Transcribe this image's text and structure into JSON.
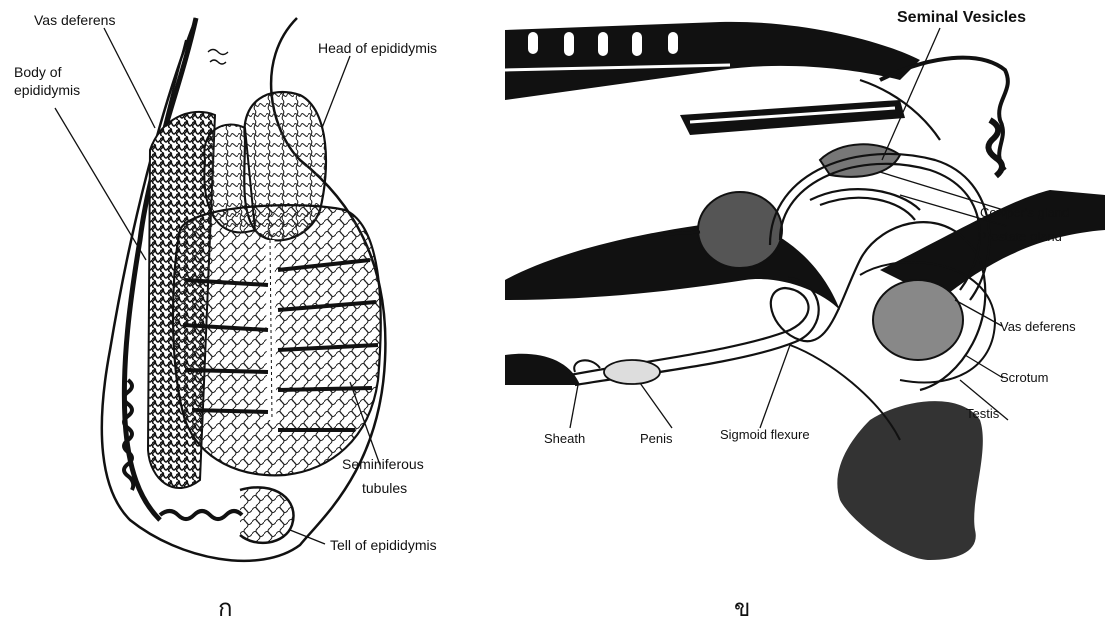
{
  "figure_a": {
    "labels": {
      "vas_deferens": "Vas deferens",
      "body_line1": "Body of",
      "body_line2": "epididymis",
      "head": "Head of epididymis",
      "seminiferous_line1": "Seminiferous",
      "seminiferous_line2": "tubules",
      "tail": "Tell of epididymis"
    },
    "caption": "ก"
  },
  "figure_b": {
    "labels": {
      "seminal_vesicles": "Seminal Vesicles",
      "cowpers_gland": "Cowper's gland",
      "prostate_gland": "Prostate gland",
      "vas_deferens": "Vas deferens",
      "scrotum": "Scrotum",
      "testis": "Testis",
      "sheath": "Sheath",
      "penis": "Penis",
      "sigmoid_flexure": "Sigmoid flexure"
    },
    "caption": "ข"
  }
}
